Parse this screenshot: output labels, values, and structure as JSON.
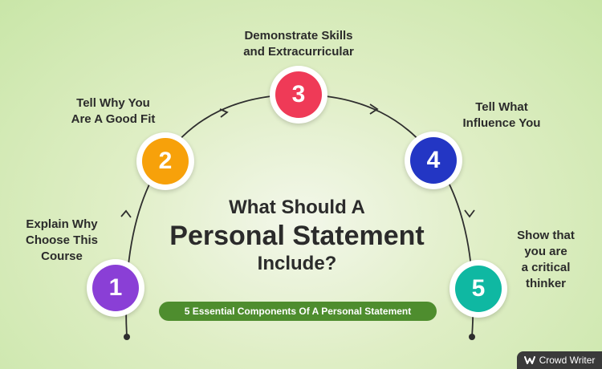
{
  "title": {
    "line1": "What Should A",
    "line2": "Personal Statement",
    "line3": "Include?"
  },
  "subtitle": "5 Essential Components Of A Personal Statement",
  "steps": [
    {
      "number": "1",
      "label_lines": [
        "Explain Why",
        "Choose This",
        "Course"
      ],
      "color": "#8a3fd6"
    },
    {
      "number": "2",
      "label_lines": [
        "Tell Why You",
        "Are A Good Fit"
      ],
      "color": "#f7a10a"
    },
    {
      "number": "3",
      "label_lines": [
        "Demonstrate Skills",
        "and Extracurricular"
      ],
      "color": "#ef3a57"
    },
    {
      "number": "4",
      "label_lines": [
        "Tell What",
        "Influence You"
      ],
      "color": "#2336c4"
    },
    {
      "number": "5",
      "label_lines": [
        "Show that",
        "you are",
        "a critical",
        "thinker"
      ],
      "color": "#0fb8a2"
    }
  ],
  "brand": {
    "name": "Crowd Writer",
    "icon": "crowd-writer-logo-icon"
  },
  "colors": {
    "arc": "#2e2e2e",
    "pill": "#4e8d2e",
    "text": "#2b2b2b"
  }
}
